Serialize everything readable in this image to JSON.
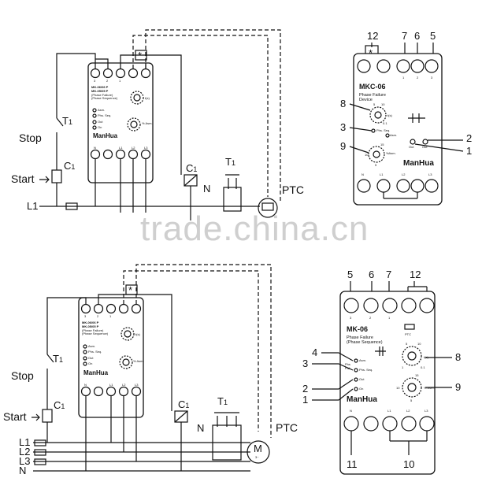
{
  "left_top": {
    "labels": {
      "stop": "Stop",
      "start": "Start",
      "t1": "T1",
      "c1": "C1",
      "n": "N",
      "ptc": "PTC",
      "l1": "L1",
      "star": "*"
    },
    "device": {
      "model_lines": [
        "MK-06/06 P",
        "MK-05/05 P"
      ],
      "subtitle": "(Phase Failure)\n(Phase Sequence)",
      "indicators": [
        "Asm.",
        "Phs. Seq.",
        "Out",
        "On"
      ],
      "brand": "ManHua",
      "top_terminals": [
        "3",
        "2",
        "1",
        "",
        ""
      ],
      "bottom_terminals": [
        "N",
        "",
        "L1",
        "L2",
        "L3"
      ],
      "dial_labels": [
        "t(s)",
        "% Asm."
      ]
    }
  },
  "right_top": {
    "model": "MKC-06",
    "subtitle_lines": [
      "Phase Failure",
      "Device"
    ],
    "brand": "ManHua",
    "top_numbers": [
      "12",
      "7",
      "6",
      "5"
    ],
    "top_terminal_labels": [
      "1",
      "2",
      "3"
    ],
    "bottom_terminal_labels": [
      "N",
      "L1",
      "L2",
      "L3"
    ],
    "callouts_left": [
      "8",
      "3",
      "9"
    ],
    "callouts_right": [
      "2",
      "1"
    ],
    "dial1_scale": [
      "5",
      "10",
      "t(s)",
      "0.1"
    ],
    "dial2_scale": [
      "15",
      "10",
      "%Asm.",
      "5"
    ],
    "leds": [
      "Phs. Seq.",
      "Asm."
    ],
    "outs": [
      "Out",
      "Out"
    ],
    "star": "*"
  },
  "left_bottom": {
    "labels": {
      "stop": "Stop",
      "start": "Start",
      "t1": "T1",
      "c1": "C1",
      "n": "N",
      "ptc": "PTC",
      "l1": "L1",
      "l2": "L2",
      "l3": "L3",
      "neutral": "N",
      "motor": "M",
      "motor_sub": "3~",
      "star": "*"
    },
    "device": {
      "model_lines": [
        "MK-06/06 P",
        "MK-05/05 P"
      ],
      "subtitle": "(Phase Failure)\n(Phase Sequence)",
      "indicators": [
        "Asm.",
        "Phs. Seq.",
        "Out",
        "On"
      ],
      "brand": "ManHua",
      "top_terminals": [
        "3",
        "2",
        "1",
        "",
        ""
      ],
      "bottom_terminals": [
        "N",
        "",
        "L1",
        "L2",
        "L3"
      ],
      "dial_labels": [
        "t(s)",
        "% Asm."
      ]
    }
  },
  "right_bottom": {
    "model": "MK-06",
    "subtitle_lines": [
      "Phase Failure",
      "(Phase Sequence)"
    ],
    "ptc": "PTC",
    "brand": "ManHua",
    "top_numbers": [
      "5",
      "6",
      "7",
      "12"
    ],
    "top_terminal_labels": [
      "3",
      "2",
      "1"
    ],
    "bottom_terminal_labels": [
      "N",
      "L1",
      "L2",
      "L3"
    ],
    "bottom_numbers": [
      "11",
      "10"
    ],
    "callouts_left": [
      "4",
      "3",
      "2",
      "1"
    ],
    "callouts_right": [
      "8",
      "9"
    ],
    "indicators": [
      "Asm.",
      "Phs. Seq.",
      "Out",
      "On"
    ],
    "indicator_prefix": [
      "Phs",
      "Fail"
    ],
    "dial1_scale": [
      "5",
      "10",
      "t(s)",
      "0.1",
      "1"
    ],
    "dial2_scale": [
      "15",
      "10",
      "% Asm.",
      "5"
    ]
  },
  "watermark": "trade.china.cn"
}
